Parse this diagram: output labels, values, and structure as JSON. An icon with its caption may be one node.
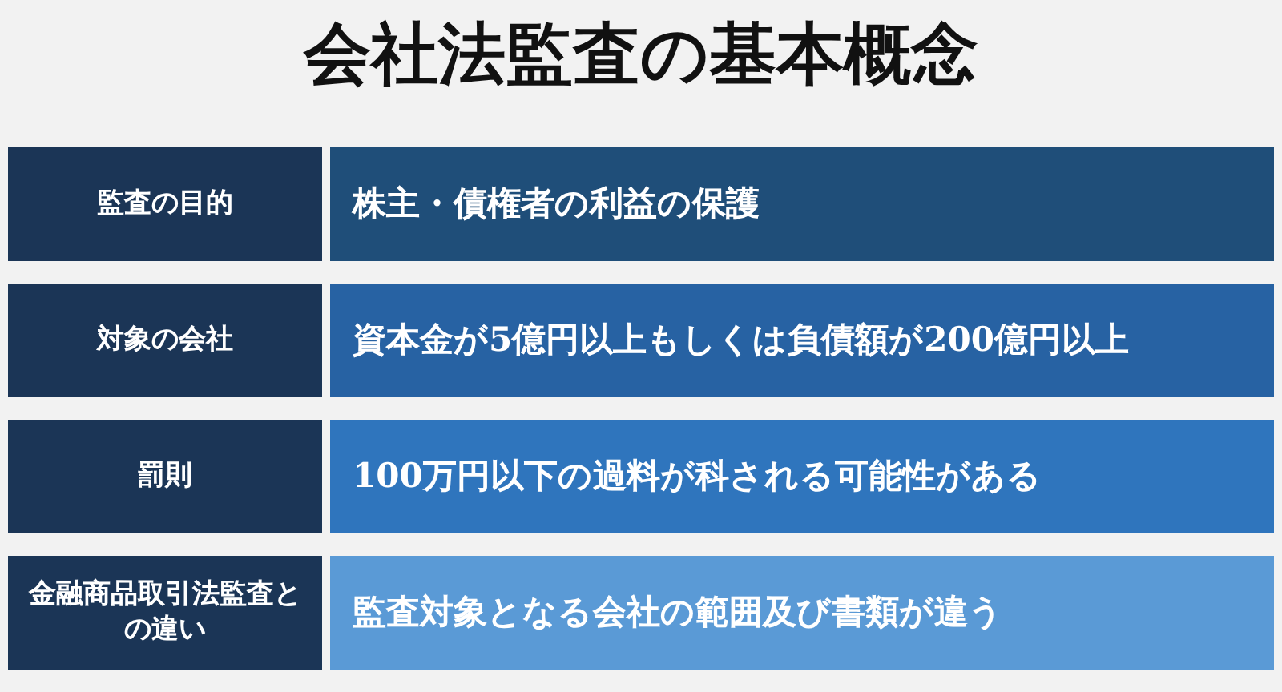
{
  "diagram": {
    "title": "会社法監査の基本概念",
    "nodes": [
      {
        "text": [
          "監査の目的"
        ]
      },
      {
        "text": [
          "株主・債権者の利益の保護"
        ]
      },
      {
        "text": [
          "対象の会社"
        ]
      },
      {
        "text": [
          "資本金が5億円以上もしくは負債額が200億円以上"
        ]
      },
      {
        "text": [
          "罰則"
        ]
      },
      {
        "text": [
          "100万円以下の過料が科される可能性がある"
        ]
      },
      {
        "text": [
          "金融商品取引法監査との違い"
        ]
      },
      {
        "text": [
          "監査対象となる会社の範囲及び書類が違う"
        ]
      }
    ]
  }
}
